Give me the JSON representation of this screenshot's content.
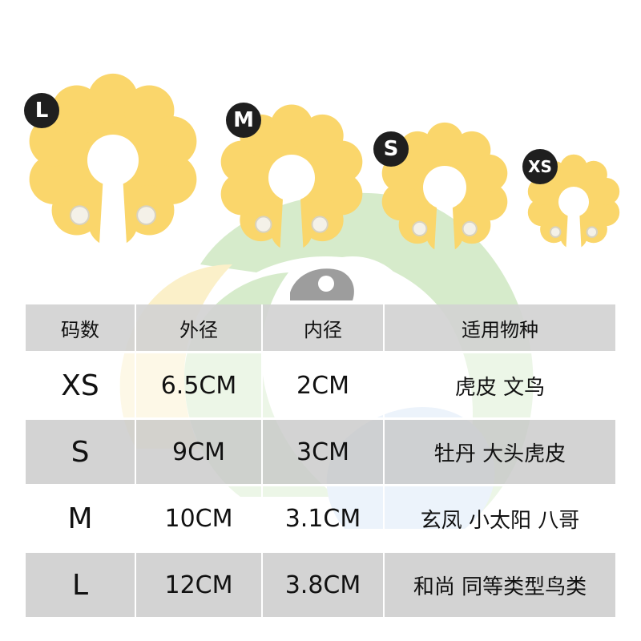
{
  "size_badges": [
    "L",
    "M",
    "S",
    "XS"
  ],
  "table": {
    "headers": [
      "码数",
      "外径",
      "内径",
      "适用物种"
    ],
    "rows": [
      [
        "XS",
        "6.5CM",
        "2CM",
        "虎皮 文鸟"
      ],
      [
        "S",
        "9CM",
        "3CM",
        "牡丹 大头虎皮"
      ],
      [
        "M",
        "10CM",
        "3.1CM",
        "玄凤 小太阳 八哥"
      ],
      [
        "L",
        "12CM",
        "3.8CM",
        "和尚 同等类型鸟类"
      ]
    ]
  },
  "colors": {
    "collar_yellow": "#fad66b",
    "badge_dark": "#1f1f1f",
    "header_gray": "#d2d2d2",
    "row_gray": "#cdcdcd",
    "watermark_green": "#cfe8c2",
    "watermark_yellow": "#fbeec0",
    "watermark_blue": "#cfe0f5"
  }
}
